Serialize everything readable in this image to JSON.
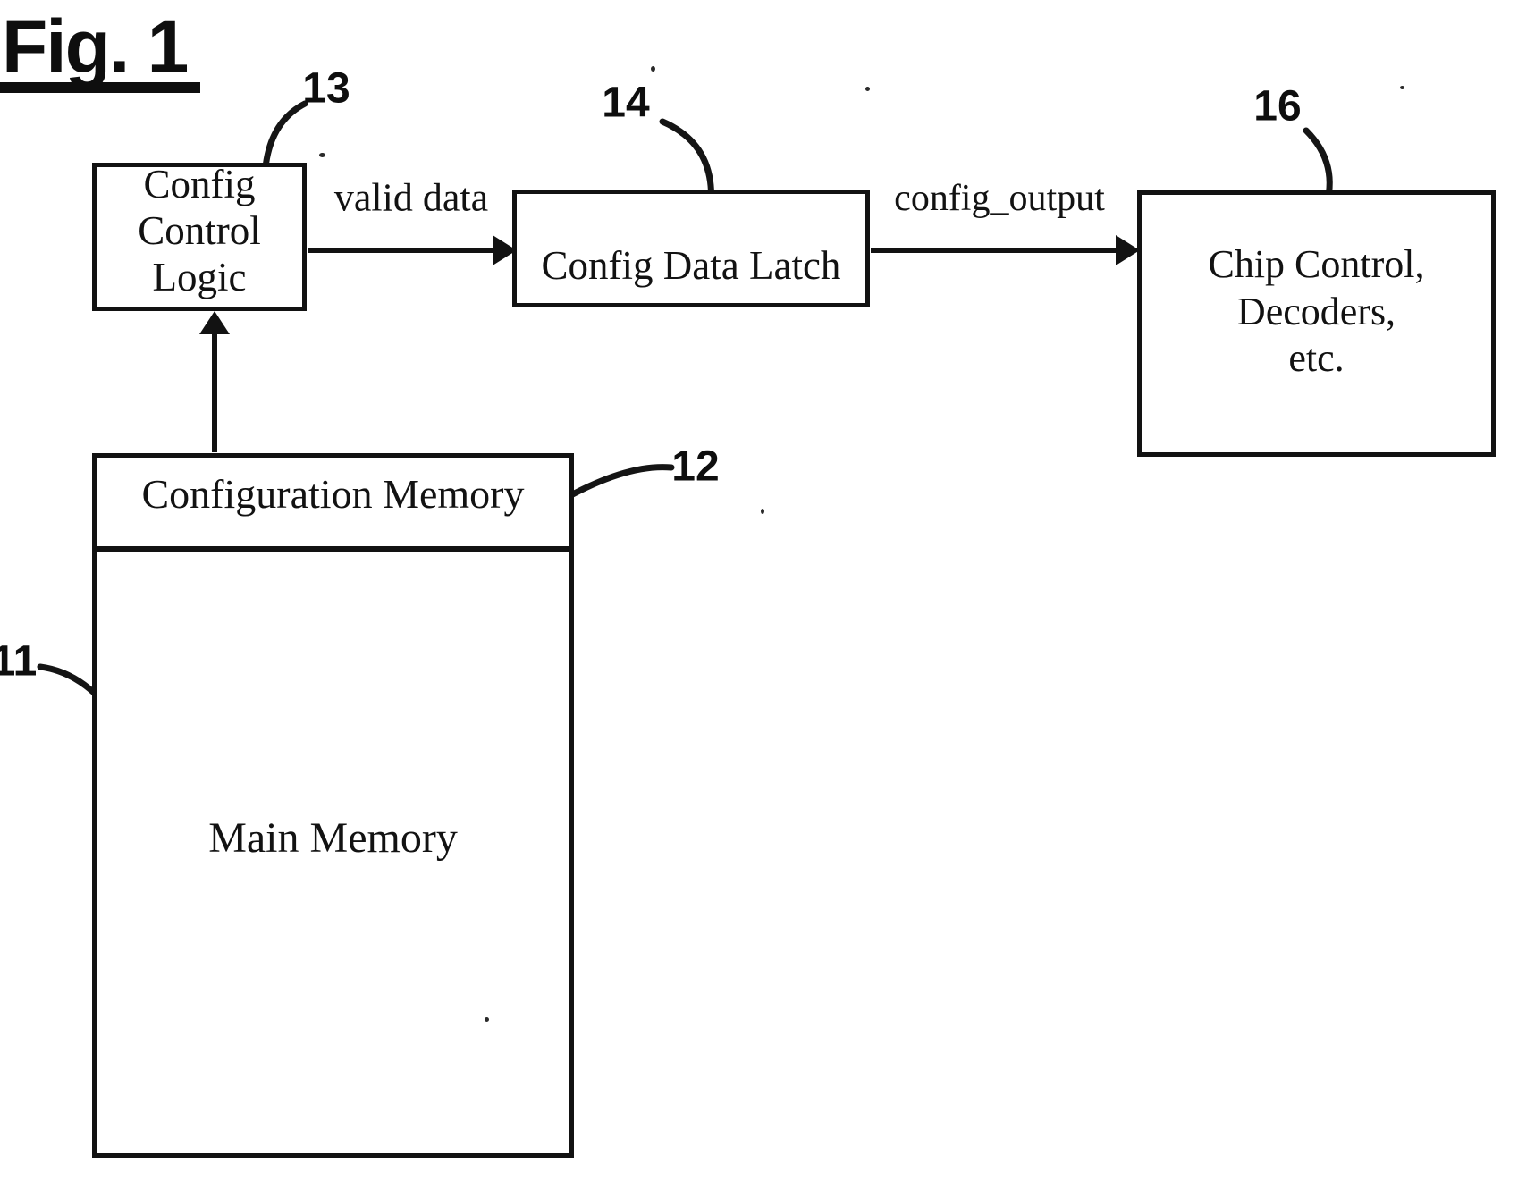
{
  "figure": {
    "title": "Fig. 1"
  },
  "blocks": {
    "config_control_logic": {
      "label": "Config\nControl\nLogic",
      "ref": "13"
    },
    "config_data_latch": {
      "label": "Config Data Latch",
      "ref": "14"
    },
    "chip_control": {
      "label": "Chip Control,\nDecoders,\netc.",
      "ref": "16"
    },
    "memory": {
      "header_label": "Configuration Memory",
      "body_label": "Main Memory",
      "ref_header": "12",
      "ref_outer": "11"
    }
  },
  "signals": {
    "valid_data": {
      "label": "valid data"
    },
    "config_output": {
      "label": "config_output"
    }
  },
  "colors": {
    "ink": "#121212",
    "background": "#ffffff"
  }
}
